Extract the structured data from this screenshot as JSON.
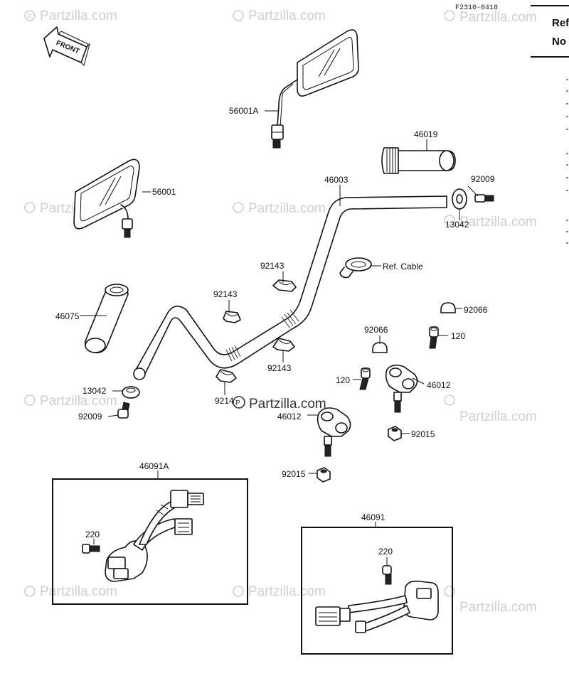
{
  "diagram": {
    "ref_code": "F2310-0418",
    "front_label": "FRONT",
    "sidebar": {
      "line1": "Ref",
      "line2": "No"
    },
    "watermark": "Partzilla.com",
    "watermark_center": "Partzilla.com",
    "labels": {
      "mirror_right": "56001A",
      "mirror_left": "56001",
      "grip_right": "46019",
      "handlebar": "46003",
      "bolt_right_end": "92009",
      "weight_right": "13042",
      "ref_cable": "Ref. Cable",
      "grip_left": "46075",
      "bushing_upper": "92143",
      "bushing_mid_left": "92143",
      "bushing_mid_right": "92143",
      "bushing_lower": "9214",
      "cap_right": "92066",
      "cap_center": "92066",
      "bolt_120_right": "120",
      "bolt_120_left": "120",
      "holder_right": "46012",
      "holder_left": "46012",
      "weight_left": "13042",
      "bolt_left_end": "92009",
      "nut_right": "92015",
      "nut_left": "92015",
      "switch_left": "46091A",
      "switch_left_screw": "220",
      "switch_right": "46091",
      "switch_right_screw": "220"
    }
  }
}
